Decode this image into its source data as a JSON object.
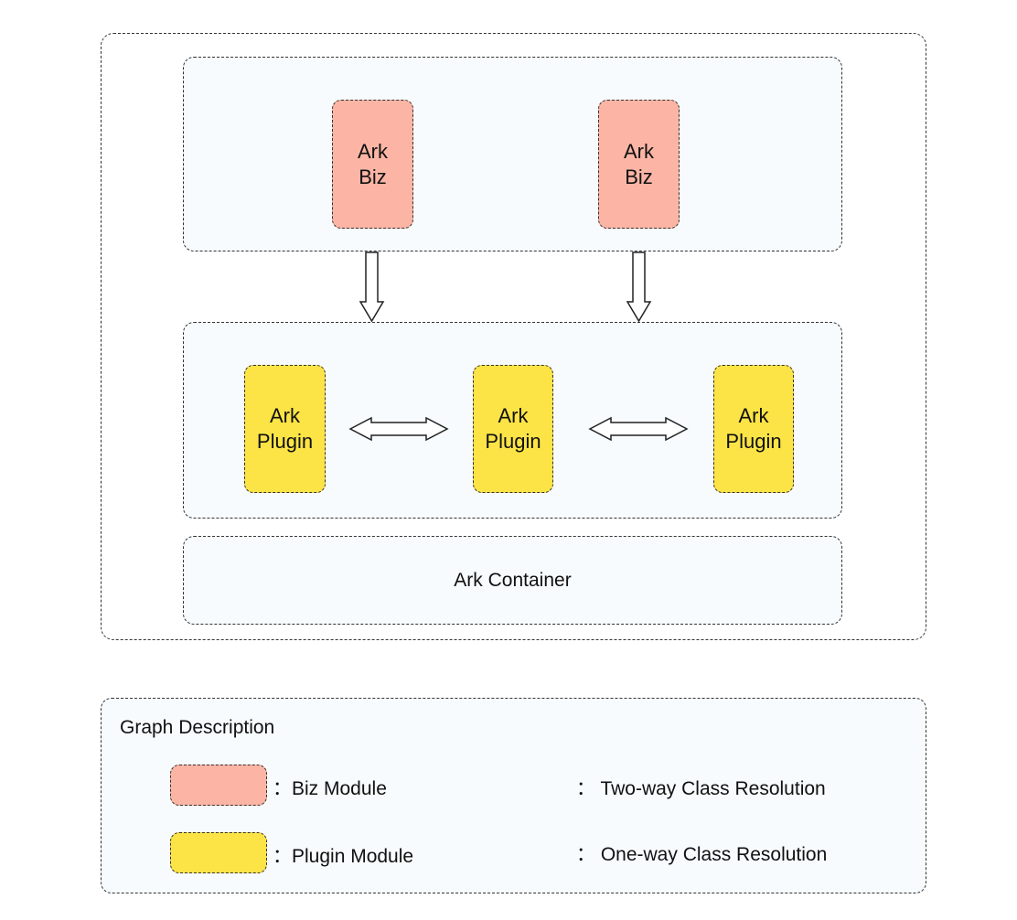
{
  "diagram": {
    "biz_modules": [
      {
        "line1": "Ark",
        "line2": "Biz"
      },
      {
        "line1": "Ark",
        "line2": "Biz"
      }
    ],
    "plugin_modules": [
      {
        "line1": "Ark",
        "line2": "Plugin"
      },
      {
        "line1": "Ark",
        "line2": "Plugin"
      },
      {
        "line1": "Ark",
        "line2": "Plugin"
      }
    ],
    "container_label": "Ark Container"
  },
  "legend": {
    "title": "Graph Description",
    "biz_module_label": "：Biz Module",
    "plugin_module_label": "：Plugin Module",
    "two_way_label": "：  Two-way Class Resolution",
    "one_way_label": "：  One-way Class Resolution"
  },
  "colors": {
    "biz_module": "#fcb5a5",
    "plugin_module": "#fce446",
    "panel_background": "#f7fbfd",
    "border": "#333333"
  }
}
